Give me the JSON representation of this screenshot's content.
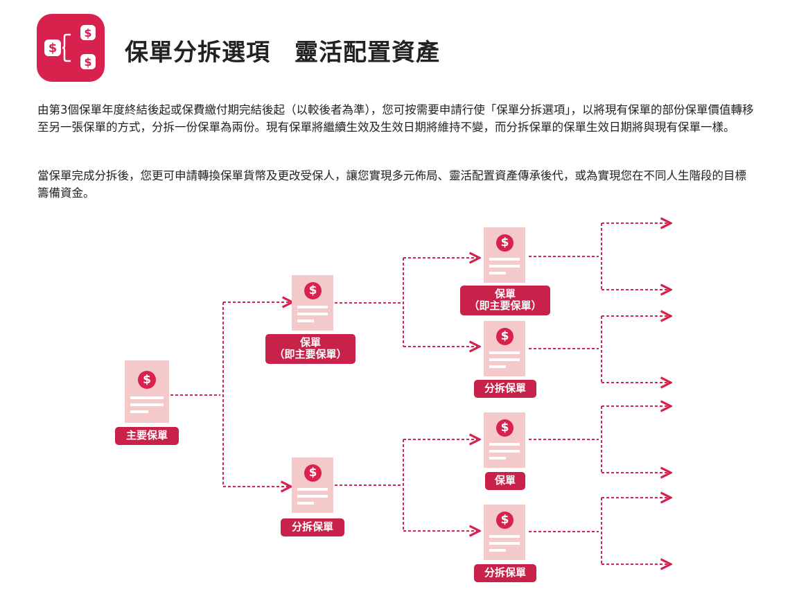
{
  "header": {
    "title": "保單分拆選項　靈活配置資產",
    "logo_icon": "dollar-split-icon",
    "brand_color": "#d9214e"
  },
  "body": {
    "paragraph1": "由第3個保單年度終結後起或保費繳付期完結後起（以較後者為準），您可按需要申請行使「保單分拆選項」，以將現有保單的部份保單價值轉移至另一張保單的方式，分拆一份保單為兩份。現有保單將繼續生效及生效日期將維持不變，而分拆保單的保單生效日期將與現有保單一樣。",
    "paragraph2": "當保單完成分拆後，您更可申請轉換保單貨幣及更改受保人，讓您實現多元佈局、靈活配置資產傳承後代，或為實現您在不同人生階段的目標籌備資金。"
  },
  "diagram": {
    "coin_symbol": "$",
    "root": {
      "label": "主要保單"
    },
    "level1": [
      {
        "label_line1": "保單",
        "label_line2": "（即主要保單）"
      },
      {
        "label": "分拆保單"
      }
    ],
    "level2": [
      {
        "label_line1": "保單",
        "label_line2": "（即主要保單）"
      },
      {
        "label": "分拆保單"
      },
      {
        "label": "保單"
      },
      {
        "label": "分拆保單"
      }
    ],
    "line_color": "#d9214e",
    "doc_color": "#f3c9c9",
    "label_color": "#c8224a"
  }
}
